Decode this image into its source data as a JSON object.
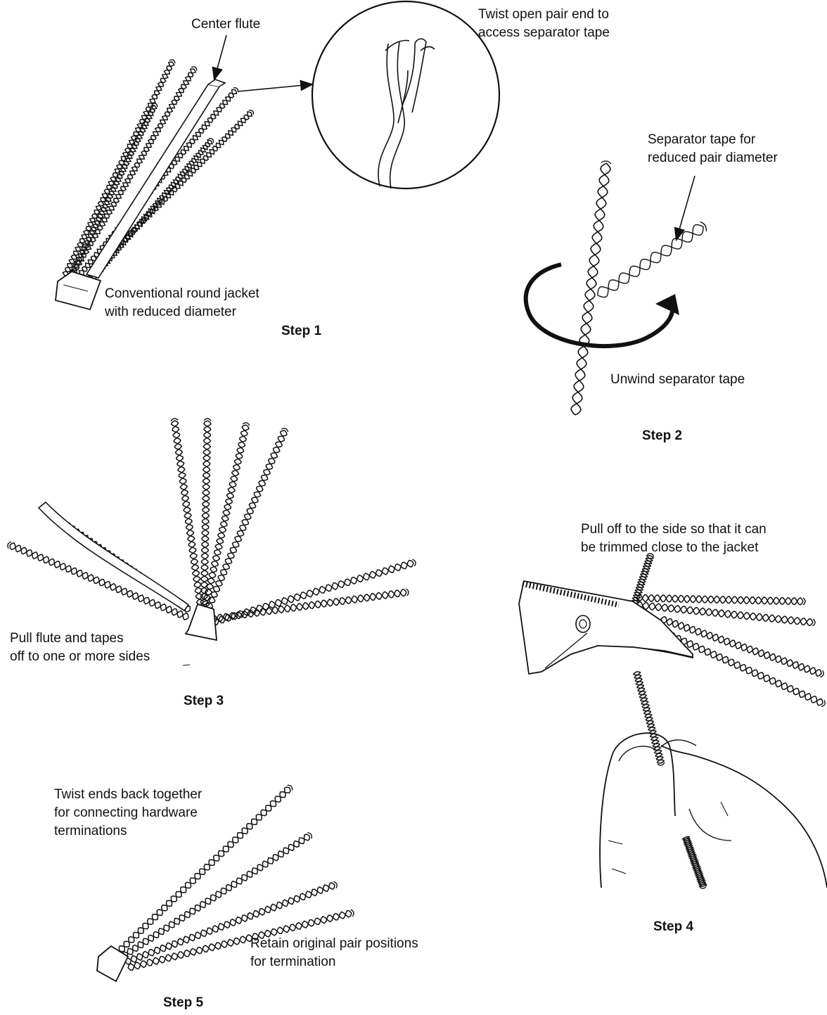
{
  "step1": {
    "title": "Step 1",
    "center_flute_label": "Center flute",
    "inset_label_line1": "Twist open pair end to",
    "inset_label_line2": "access separator tape",
    "jacket_label_line1": "Conventional round jacket",
    "jacket_label_line2": "with reduced diameter"
  },
  "step2": {
    "title": "Step 2",
    "tape_label_line1": "Separator tape for",
    "tape_label_line2": "reduced pair diameter",
    "unwind_label": "Unwind separator tape"
  },
  "step3": {
    "title": "Step 3",
    "pull_label_line1": "Pull flute and tapes",
    "pull_label_line2": "off to one or more sides"
  },
  "step4": {
    "title": "Step 4",
    "pull_side_line1": "Pull off to the side so that it can",
    "pull_side_line2": "be trimmed close to the jacket"
  },
  "step5": {
    "title": "Step 5",
    "twist_line1": "Twist ends back together",
    "twist_line2": "for connecting hardware",
    "twist_line3": "terminations",
    "retain_line1": "Retain original pair positions",
    "retain_line2": "for termination"
  }
}
